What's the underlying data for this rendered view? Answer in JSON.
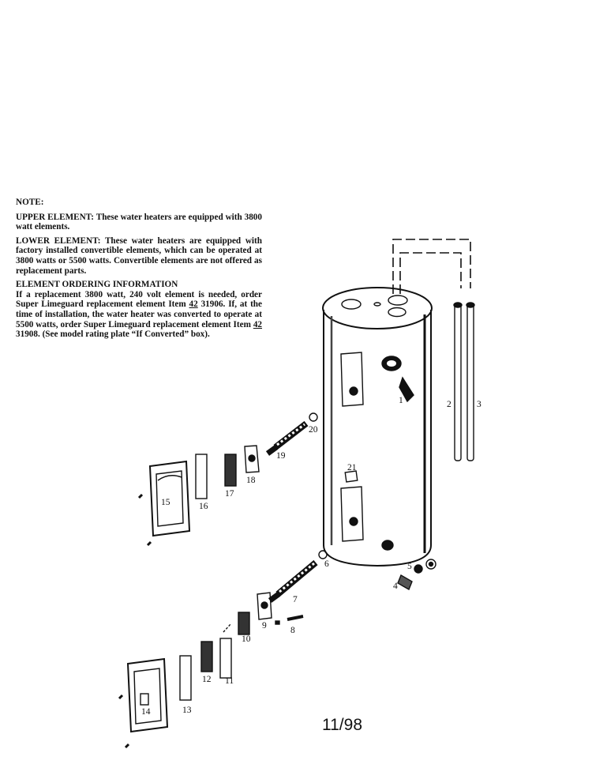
{
  "notes": {
    "heading": "NOTE:",
    "upper_label": "UPPER ELEMENT:",
    "upper_text": "These water heaters are equipped with 3800 watt elements.",
    "lower_label": "LOWER ELEMENT:",
    "lower_text": "These water heaters are equipped with factory installed convertible elements, which can be operated at 3800 watts or 5500 watts. Convertible elements are not offered as replacement parts.",
    "ordering_heading": "ELEMENT ORDERING INFORMATION",
    "ordering_1": "If a replacement 3800 watt, 240 volt element is needed, order Super Limeguard replacement element Item ",
    "item_prefix_1": "42",
    "ordering_2": " 31906. If, at the time of installation, the water heater was converted to operate at 5500 watts, order Super Limeguard replacement element Item ",
    "item_prefix_2": "42",
    "ordering_3": " 31908. (See model rating plate “If Converted” box)."
  },
  "part_labels": [
    "1",
    "2",
    "3",
    "4",
    "5",
    "6",
    "7",
    "8",
    "9",
    "10",
    "11",
    "12",
    "13",
    "14",
    "15",
    "16",
    "17",
    "18",
    "19",
    "20",
    "21"
  ],
  "date_code": "11/98"
}
